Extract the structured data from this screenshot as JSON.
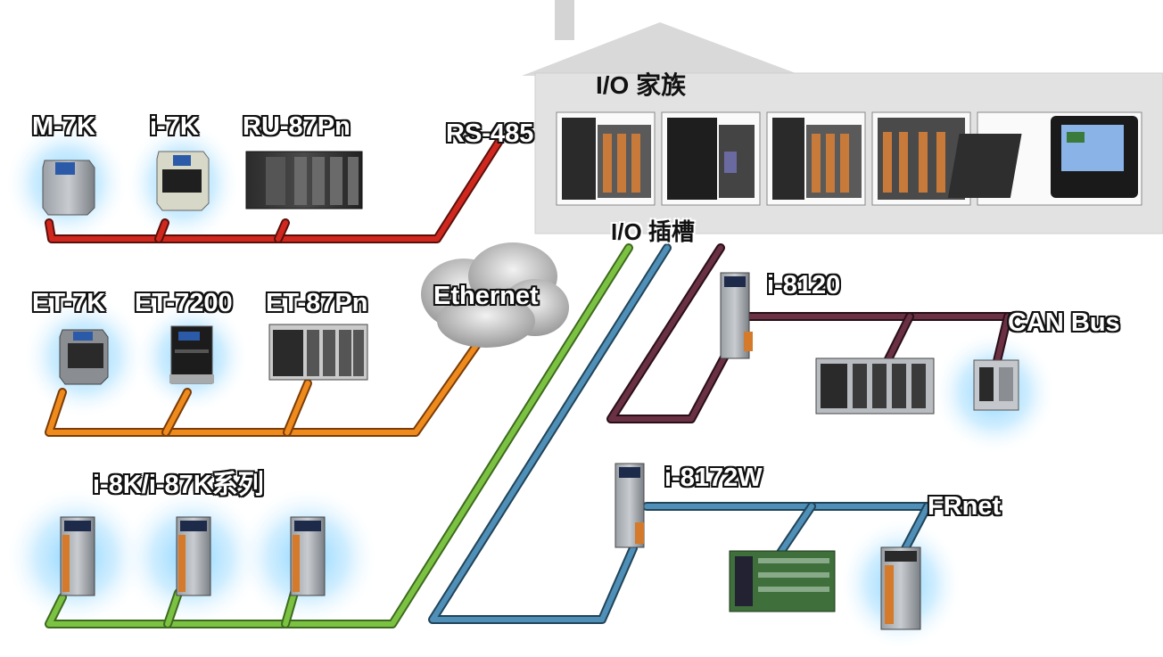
{
  "house": {
    "family_label": "I/O 家族",
    "slot_label": "I/O 插槽"
  },
  "buses": {
    "rs485": "RS-485",
    "ethernet": "Ethernet",
    "canbus": "CAN Bus",
    "frnet": "FRnet"
  },
  "devices": {
    "m7k": "M-7K",
    "i7k": "i-7K",
    "ru87pn": "RU-87Pn",
    "et7k": "ET-7K",
    "et7200": "ET-7200",
    "et87pn": "ET-87Pn",
    "i8k_series": "i-8K/i-87K系列",
    "i8120": "i-8120",
    "i8172w": "i-8172W"
  },
  "colors": {
    "rs485": "#d0281e",
    "ethernet": "#ef8a1c",
    "green": "#7cc242",
    "blue": "#4f8fb8",
    "maroon": "#5a2637",
    "glow": "#4fb8ff"
  }
}
